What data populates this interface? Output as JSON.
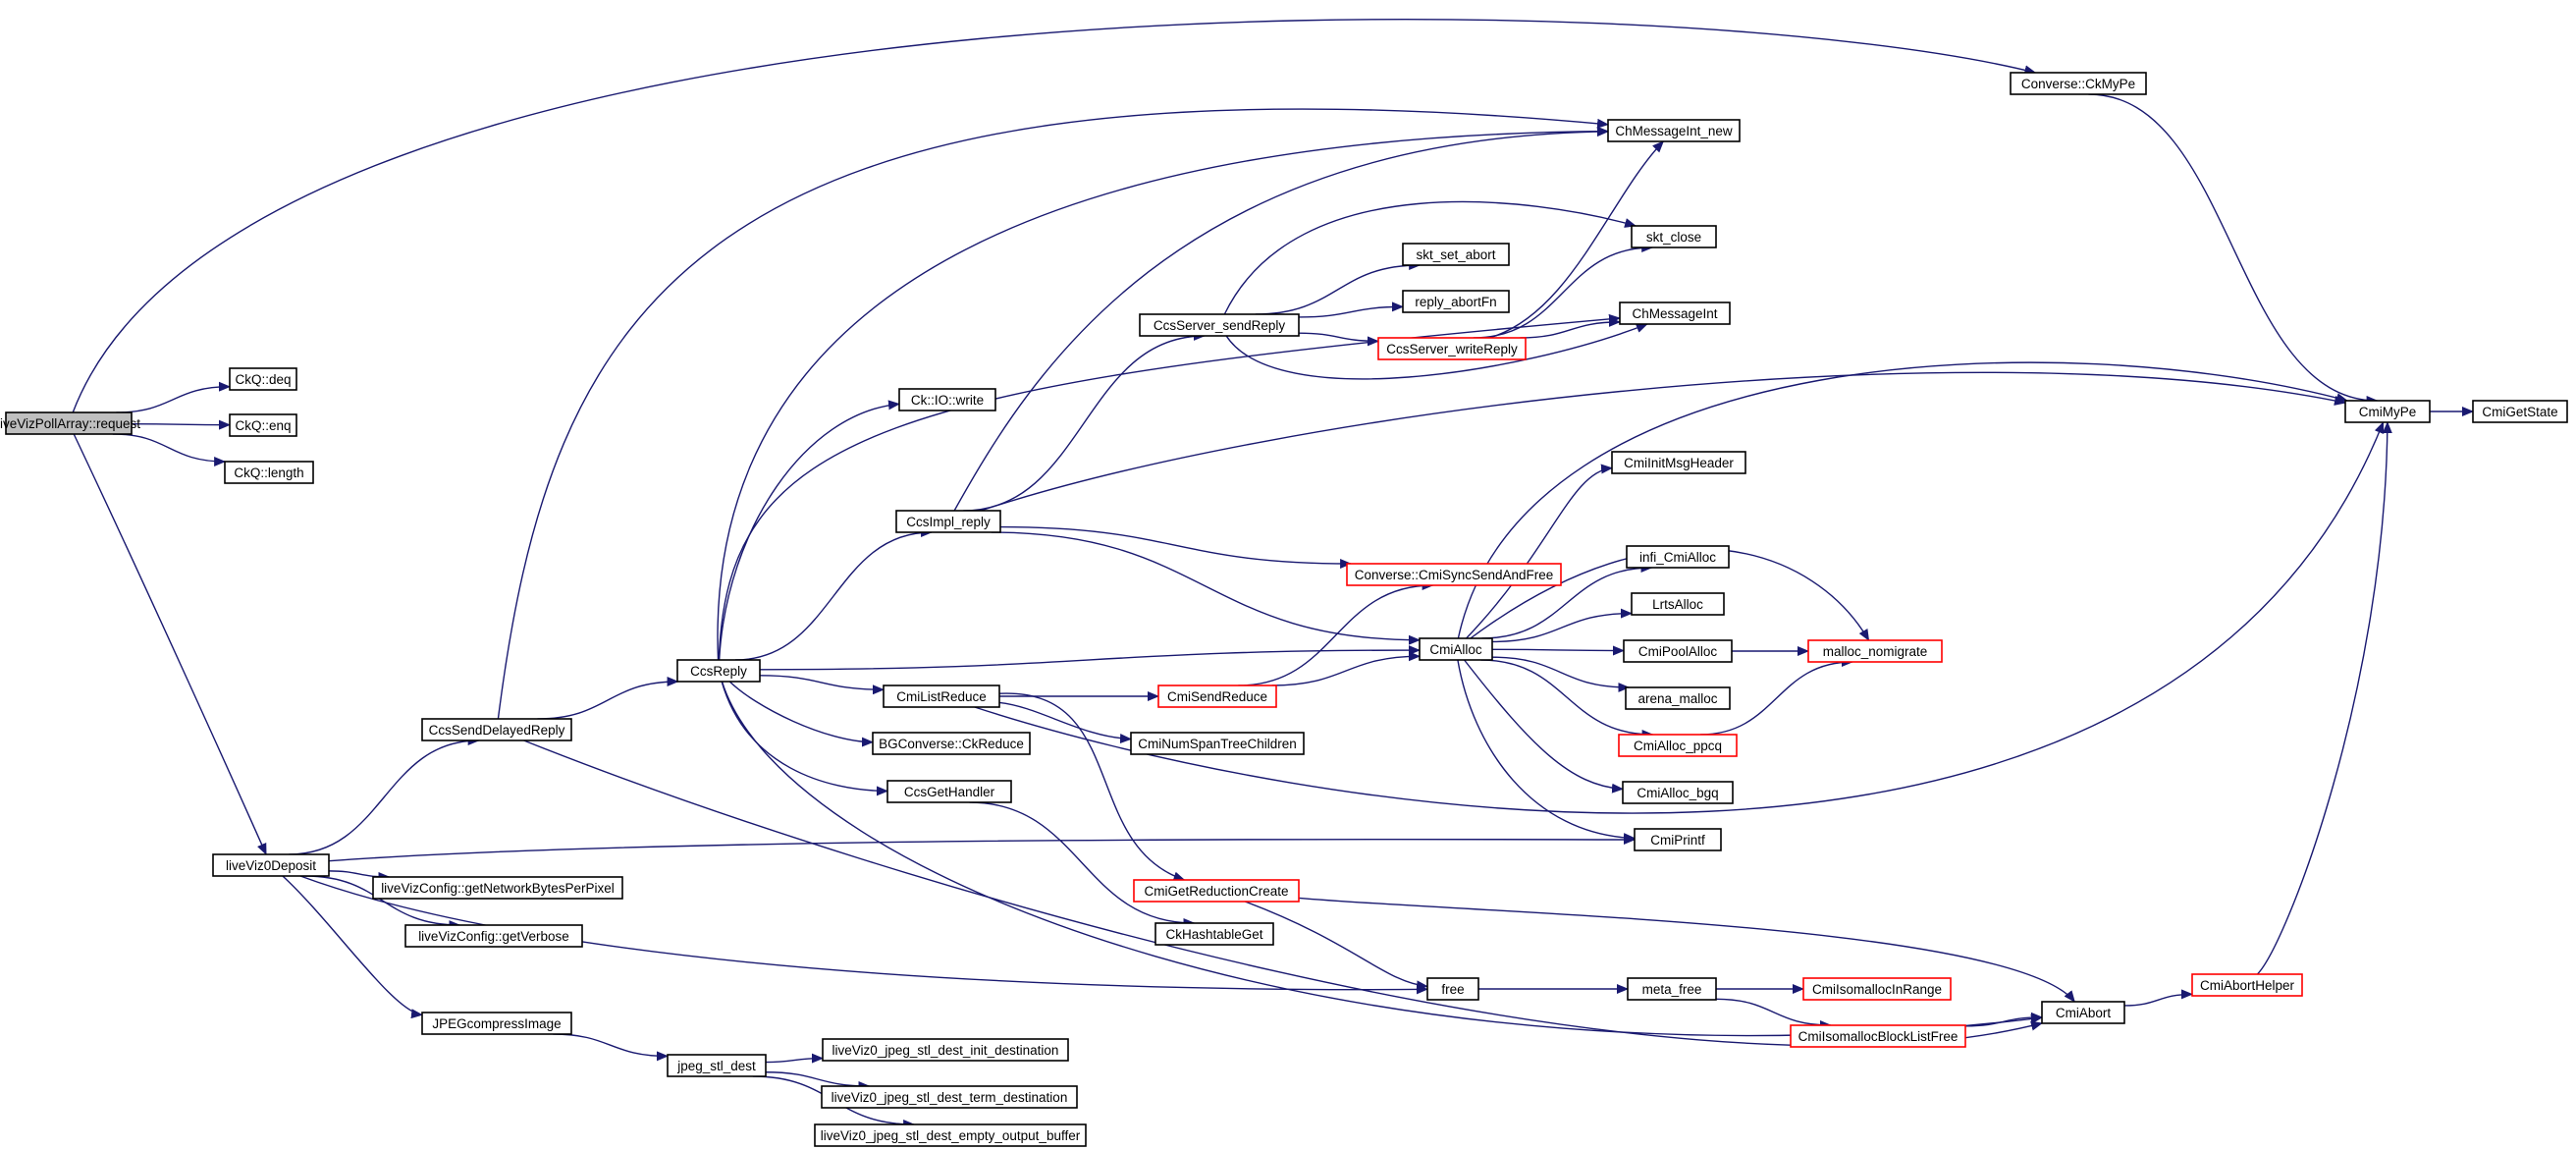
{
  "colors": {
    "edge": "#191970",
    "node_border": "#000000",
    "node_border_red": "#ff0000",
    "node_fill": "#ffffff",
    "root_fill": "#bfbfbf"
  },
  "nodes": [
    {
      "id": "root",
      "label": "liveVizPollArray::request",
      "style": "root"
    },
    {
      "id": "ckq_deq",
      "label": "CkQ::deq",
      "style": "normal"
    },
    {
      "id": "ckq_enq",
      "label": "CkQ::enq",
      "style": "normal"
    },
    {
      "id": "ckq_length",
      "label": "CkQ::length",
      "style": "normal"
    },
    {
      "id": "ccs_send_delayed",
      "label": "CcsSendDelayedReply",
      "style": "normal"
    },
    {
      "id": "liveviz0deposit",
      "label": "liveViz0Deposit",
      "style": "normal"
    },
    {
      "id": "lvc_netbytes",
      "label": "liveVizConfig::getNetworkBytesPerPixel",
      "style": "normal"
    },
    {
      "id": "lvc_verbose",
      "label": "liveVizConfig::getVerbose",
      "style": "normal"
    },
    {
      "id": "jpeg_compress",
      "label": "JPEGcompressImage",
      "style": "normal"
    },
    {
      "id": "jpeg_stl_dest",
      "label": "jpeg_stl_dest",
      "style": "normal"
    },
    {
      "id": "lv_init_dest",
      "label": "liveViz0_jpeg_stl_dest_init_destination",
      "style": "normal"
    },
    {
      "id": "lv_term_dest",
      "label": "liveViz0_jpeg_stl_dest_term_destination",
      "style": "normal"
    },
    {
      "id": "lv_empty_buf",
      "label": "liveViz0_jpeg_stl_dest_empty_output_buffer",
      "style": "normal"
    },
    {
      "id": "ccs_reply",
      "label": "CcsReply",
      "style": "normal"
    },
    {
      "id": "ck_io_write",
      "label": "Ck::IO::write",
      "style": "normal"
    },
    {
      "id": "ccs_impl_reply",
      "label": "CcsImpl_reply",
      "style": "normal"
    },
    {
      "id": "cmi_list_reduce",
      "label": "CmiListReduce",
      "style": "normal"
    },
    {
      "id": "bg_ckreduce",
      "label": "BGConverse::CkReduce",
      "style": "normal"
    },
    {
      "id": "ccs_get_handler",
      "label": "CcsGetHandler",
      "style": "normal"
    },
    {
      "id": "ccs_server_send_reply",
      "label": "CcsServer_sendReply",
      "style": "normal"
    },
    {
      "id": "skt_set_abort",
      "label": "skt_set_abort",
      "style": "normal"
    },
    {
      "id": "reply_abortfn",
      "label": "reply_abortFn",
      "style": "normal"
    },
    {
      "id": "ccs_server_write_reply",
      "label": "CcsServer_writeReply",
      "style": "red"
    },
    {
      "id": "converse_cmisyncsend",
      "label": "Converse::CmiSyncSendAndFree",
      "style": "red"
    },
    {
      "id": "cmi_send_reduce",
      "label": "CmiSendReduce",
      "style": "red"
    },
    {
      "id": "cmi_num_span",
      "label": "CmiNumSpanTreeChildren",
      "style": "normal"
    },
    {
      "id": "cmi_get_reduction_create",
      "label": "CmiGetReductionCreate",
      "style": "red"
    },
    {
      "id": "ck_hashtable_get",
      "label": "CkHashtableGet",
      "style": "normal"
    },
    {
      "id": "chmessageint_new",
      "label": "ChMessageInt_new",
      "style": "normal"
    },
    {
      "id": "skt_close",
      "label": "skt_close",
      "style": "normal"
    },
    {
      "id": "chmessageint",
      "label": "ChMessageInt",
      "style": "normal"
    },
    {
      "id": "cmi_alloc",
      "label": "CmiAlloc",
      "style": "normal"
    },
    {
      "id": "cmi_init_msg_header",
      "label": "CmiInitMsgHeader",
      "style": "normal"
    },
    {
      "id": "infi_cmialloc",
      "label": "infi_CmiAlloc",
      "style": "normal"
    },
    {
      "id": "lrts_alloc",
      "label": "LrtsAlloc",
      "style": "normal"
    },
    {
      "id": "cmi_pool_alloc",
      "label": "CmiPoolAlloc",
      "style": "normal"
    },
    {
      "id": "arena_malloc",
      "label": "arena_malloc",
      "style": "normal"
    },
    {
      "id": "cmi_alloc_ppcq",
      "label": "CmiAlloc_ppcq",
      "style": "red"
    },
    {
      "id": "cmi_alloc_bgq",
      "label": "CmiAlloc_bgq",
      "style": "normal"
    },
    {
      "id": "cmi_printf",
      "label": "CmiPrintf",
      "style": "normal"
    },
    {
      "id": "malloc_nomigrate",
      "label": "malloc_nomigrate",
      "style": "red"
    },
    {
      "id": "free",
      "label": "free",
      "style": "normal"
    },
    {
      "id": "meta_free",
      "label": "meta_free",
      "style": "normal"
    },
    {
      "id": "cmi_isomalloc_inrange",
      "label": "CmiIsomallocInRange",
      "style": "red"
    },
    {
      "id": "cmi_isomalloc_blocklistfree",
      "label": "CmiIsomallocBlockListFree",
      "style": "red"
    },
    {
      "id": "cmi_abort",
      "label": "CmiAbort",
      "style": "normal"
    },
    {
      "id": "cmi_abort_helper",
      "label": "CmiAbortHelper",
      "style": "red"
    },
    {
      "id": "converse_ckmype",
      "label": "Converse::CkMyPe",
      "style": "normal"
    },
    {
      "id": "cmi_mype",
      "label": "CmiMyPe",
      "style": "normal"
    },
    {
      "id": "cmi_get_state",
      "label": "CmiGetState",
      "style": "normal"
    }
  ],
  "edges": [
    [
      "root",
      "ckq_deq"
    ],
    [
      "root",
      "ckq_enq"
    ],
    [
      "root",
      "ckq_length"
    ],
    [
      "root",
      "liveviz0deposit"
    ],
    [
      "root",
      "converse_ckmype"
    ],
    [
      "ccs_send_delayed",
      "ccs_reply"
    ],
    [
      "ccs_send_delayed",
      "chmessageint_new"
    ],
    [
      "ccs_send_delayed",
      "cmi_abort"
    ],
    [
      "liveviz0deposit",
      "ccs_send_delayed"
    ],
    [
      "liveviz0deposit",
      "lvc_netbytes"
    ],
    [
      "liveviz0deposit",
      "lvc_verbose"
    ],
    [
      "liveviz0deposit",
      "jpeg_compress"
    ],
    [
      "liveviz0deposit",
      "cmi_printf"
    ],
    [
      "liveviz0deposit",
      "free"
    ],
    [
      "jpeg_compress",
      "jpeg_stl_dest"
    ],
    [
      "jpeg_stl_dest",
      "lv_init_dest"
    ],
    [
      "jpeg_stl_dest",
      "lv_term_dest"
    ],
    [
      "jpeg_stl_dest",
      "lv_empty_buf"
    ],
    [
      "ccs_reply",
      "ck_io_write"
    ],
    [
      "ccs_reply",
      "ccs_impl_reply"
    ],
    [
      "ccs_reply",
      "cmi_list_reduce"
    ],
    [
      "ccs_reply",
      "bg_ckreduce"
    ],
    [
      "ccs_reply",
      "ccs_get_handler"
    ],
    [
      "ccs_reply",
      "cmi_alloc"
    ],
    [
      "ccs_reply",
      "chmessageint_new"
    ],
    [
      "ccs_reply",
      "chmessageint"
    ],
    [
      "ccs_reply",
      "cmi_abort"
    ],
    [
      "ccs_impl_reply",
      "ccs_server_send_reply"
    ],
    [
      "ccs_impl_reply",
      "chmessageint_new"
    ],
    [
      "ccs_impl_reply",
      "converse_cmisyncsend"
    ],
    [
      "ccs_impl_reply",
      "cmi_alloc"
    ],
    [
      "ccs_impl_reply",
      "cmi_mype"
    ],
    [
      "ccs_server_send_reply",
      "skt_set_abort"
    ],
    [
      "ccs_server_send_reply",
      "reply_abortfn"
    ],
    [
      "ccs_server_send_reply",
      "ccs_server_write_reply"
    ],
    [
      "ccs_server_send_reply",
      "skt_close"
    ],
    [
      "ccs_server_send_reply",
      "chmessageint"
    ],
    [
      "ccs_server_write_reply",
      "chmessageint_new"
    ],
    [
      "ccs_server_write_reply",
      "skt_close"
    ],
    [
      "ccs_server_write_reply",
      "chmessageint"
    ],
    [
      "cmi_list_reduce",
      "cmi_send_reduce"
    ],
    [
      "cmi_list_reduce",
      "cmi_num_span"
    ],
    [
      "cmi_list_reduce",
      "cmi_get_reduction_create"
    ],
    [
      "cmi_list_reduce",
      "cmi_mype"
    ],
    [
      "cmi_send_reduce",
      "converse_cmisyncsend"
    ],
    [
      "cmi_send_reduce",
      "cmi_alloc"
    ],
    [
      "ccs_get_handler",
      "ck_hashtable_get"
    ],
    [
      "cmi_get_reduction_create",
      "free"
    ],
    [
      "cmi_get_reduction_create",
      "cmi_abort"
    ],
    [
      "cmi_alloc",
      "cmi_init_msg_header"
    ],
    [
      "cmi_alloc",
      "infi_cmialloc"
    ],
    [
      "cmi_alloc",
      "lrts_alloc"
    ],
    [
      "cmi_alloc",
      "cmi_pool_alloc"
    ],
    [
      "cmi_alloc",
      "arena_malloc"
    ],
    [
      "cmi_alloc",
      "cmi_alloc_ppcq"
    ],
    [
      "cmi_alloc",
      "cmi_alloc_bgq"
    ],
    [
      "cmi_alloc",
      "cmi_printf"
    ],
    [
      "cmi_alloc",
      "malloc_nomigrate"
    ],
    [
      "cmi_alloc",
      "cmi_mype"
    ],
    [
      "cmi_pool_alloc",
      "malloc_nomigrate"
    ],
    [
      "cmi_alloc_ppcq",
      "malloc_nomigrate"
    ],
    [
      "free",
      "meta_free"
    ],
    [
      "meta_free",
      "cmi_isomalloc_inrange"
    ],
    [
      "meta_free",
      "cmi_isomalloc_blocklistfree"
    ],
    [
      "cmi_isomalloc_blocklistfree",
      "cmi_abort"
    ],
    [
      "cmi_abort",
      "cmi_abort_helper"
    ],
    [
      "cmi_abort_helper",
      "cmi_mype"
    ],
    [
      "converse_ckmype",
      "cmi_mype"
    ],
    [
      "cmi_mype",
      "cmi_get_state"
    ]
  ]
}
